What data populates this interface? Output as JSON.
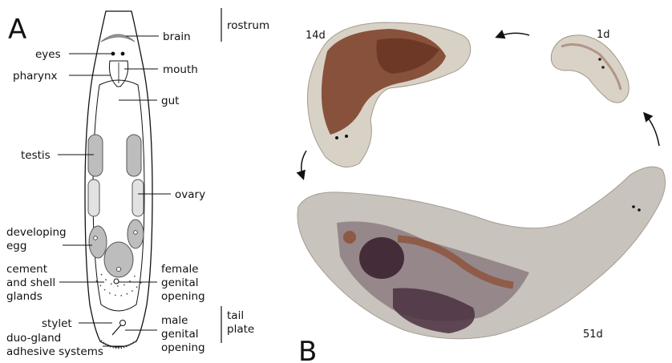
{
  "panel_a": {
    "letter": "A",
    "labels": {
      "rostrum": "rostrum",
      "brain": "brain",
      "eyes": "eyes",
      "mouth": "mouth",
      "pharynx": "pharynx",
      "gut": "gut",
      "testis": "testis",
      "ovary": "ovary",
      "developing_1": "developing",
      "developing_2": "egg",
      "cement_1": "cement",
      "cement_2": "and shell",
      "cement_3": "glands",
      "female_1": "female",
      "female_2": "genital",
      "female_3": "opening",
      "stylet": "stylet",
      "male_1": "male",
      "male_2": "genital",
      "male_3": "opening",
      "tail_1": "tail",
      "tail_2": "plate",
      "duo_1": "duo-gland",
      "duo_2": "adhesive systems"
    }
  },
  "panel_b": {
    "letter": "B",
    "ages": {
      "d1": "1d",
      "d14": "14d",
      "d51": "51d"
    }
  },
  "colors": {
    "organ_fill": "#bdbdbd",
    "body_tissue": "#d8d3c8",
    "pigment": "#7a3b22",
    "dark_egg": "#3b2430"
  }
}
